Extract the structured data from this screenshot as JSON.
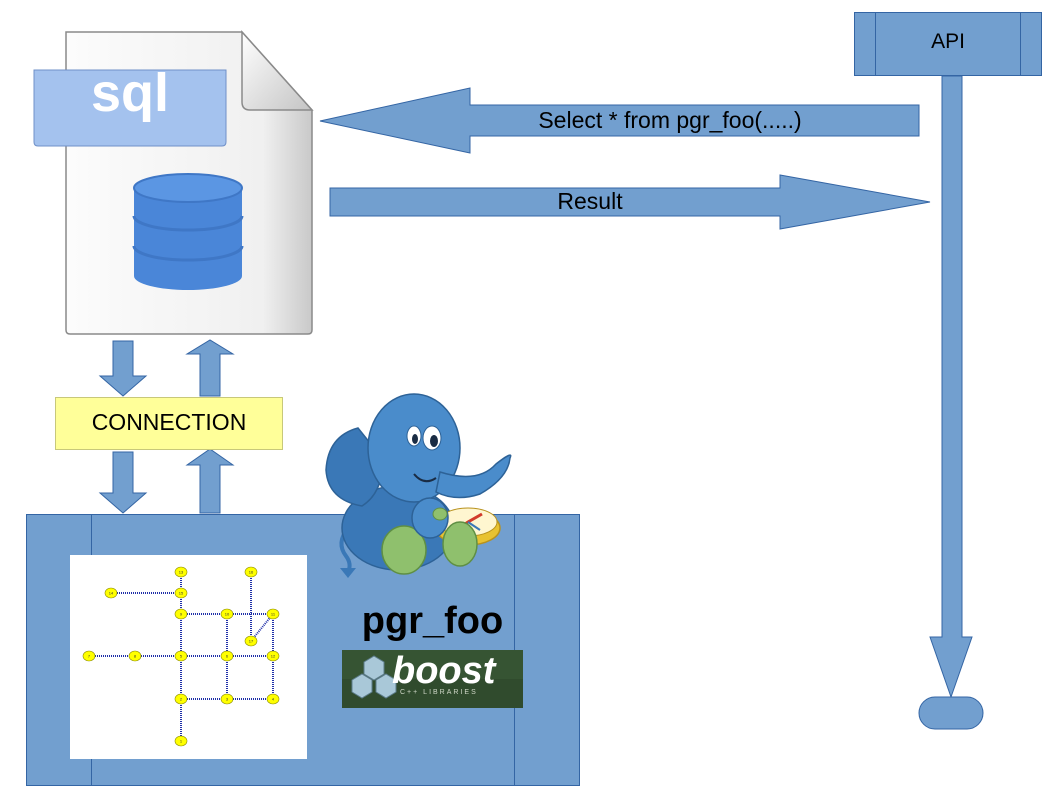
{
  "api": {
    "label": "API"
  },
  "sql_file": {
    "label": "sql"
  },
  "query_arrow": {
    "label": "Select * from pgr_foo(.....)"
  },
  "result_arrow": {
    "label": "Result"
  },
  "connection": {
    "label": "CONNECTION"
  },
  "function_box": {
    "label": "pgr_foo"
  },
  "boost_logo": {
    "text": "boost",
    "subtext": "C++ LIBRARIES"
  },
  "graph": {
    "node_labels": [
      "13",
      "14",
      "15",
      "16",
      "17",
      "7",
      "8",
      "9",
      "10",
      "11",
      "12",
      "1",
      "2",
      "3",
      "4",
      "5",
      "6"
    ]
  },
  "colors": {
    "arrow_fill": "#729fcf",
    "arrow_stroke": "#3465a4",
    "connection_fill": "#ffff99",
    "node_fill": "#ffff00",
    "edge": "#1f2fa8",
    "database_blue": "#4a86d8",
    "elephant_blue": "#3a78b7"
  },
  "icons": [
    "sql-file-icon",
    "database-icon",
    "postgresql-elephant-icon",
    "graph-network-icon",
    "boost-logo"
  ]
}
